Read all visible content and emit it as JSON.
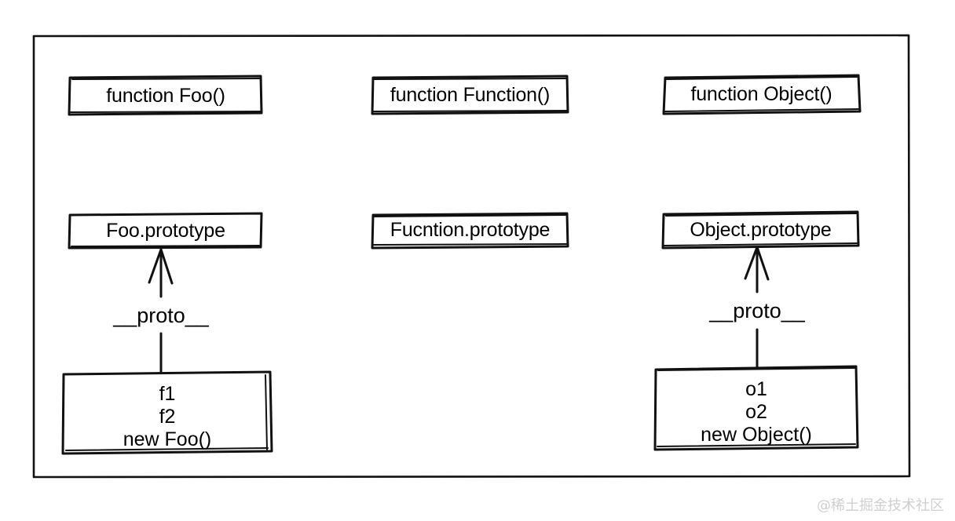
{
  "diagram": {
    "title_text": "",
    "background_color": "#ffffff",
    "stroke_color": "#111111",
    "watermark": "@稀土掘金技术社区",
    "columns": [
      {
        "id": "foo",
        "constructor_box": "function Foo()",
        "prototype_box": "Foo.prototype",
        "proto_link_label": "__proto__",
        "has_proto_arrow": true,
        "instance_box": {
          "lines": [
            "f1",
            "f2",
            "new Foo()"
          ]
        }
      },
      {
        "id": "function",
        "constructor_box": "function Function()",
        "prototype_box": "Fucntion.prototype",
        "proto_link_label": "",
        "has_proto_arrow": false,
        "instance_box": null
      },
      {
        "id": "object",
        "constructor_box": "function Object()",
        "prototype_box": "Object.prototype",
        "proto_link_label": "__proto__",
        "has_proto_arrow": true,
        "instance_box": {
          "lines": [
            "o1",
            "o2",
            "new Object()"
          ]
        }
      }
    ]
  }
}
